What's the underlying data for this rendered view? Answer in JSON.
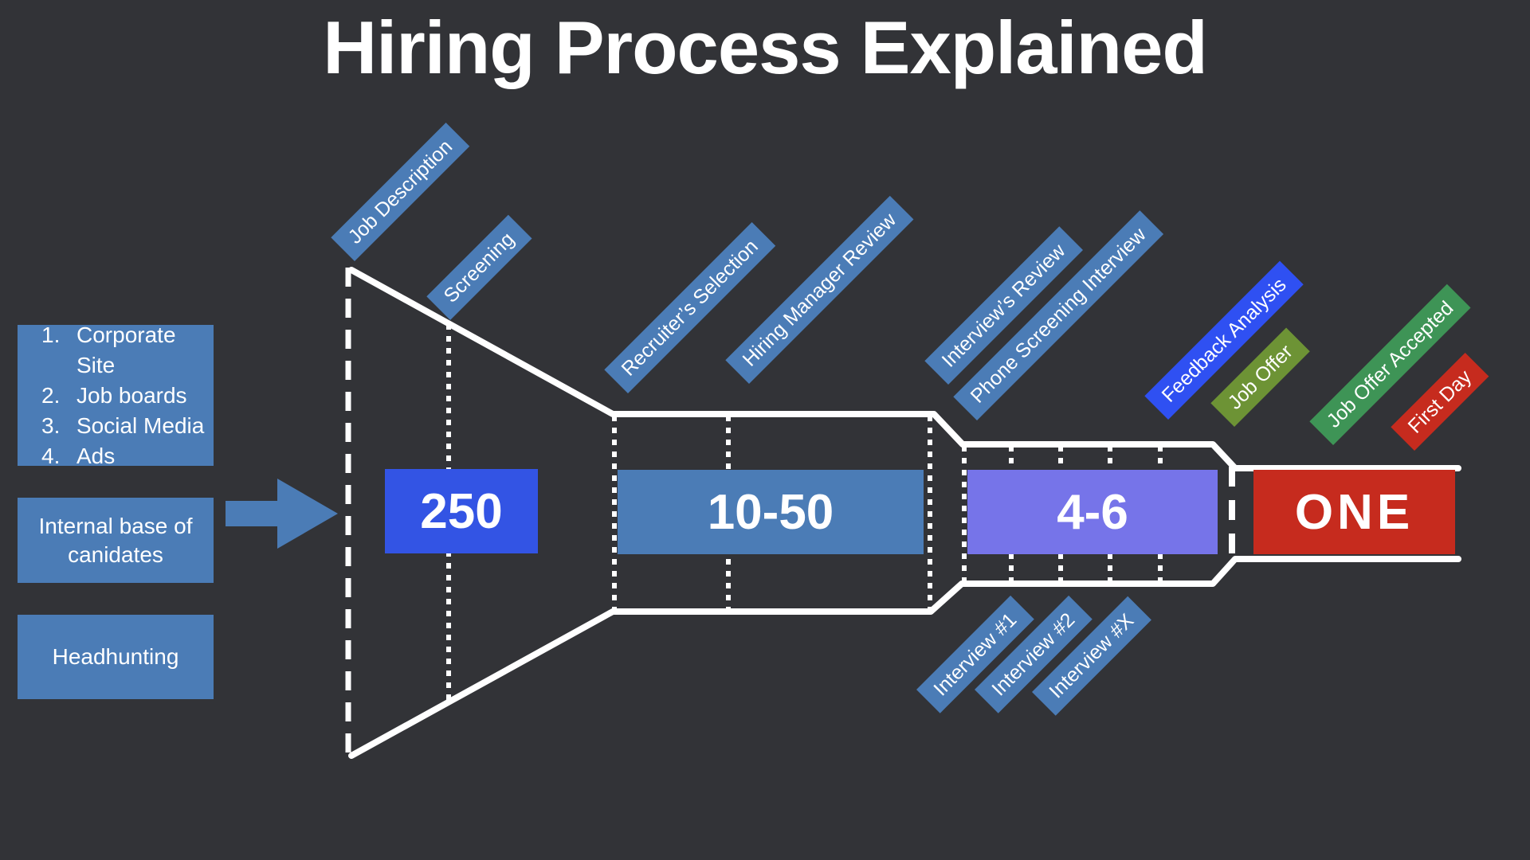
{
  "title": "Hiring Process Explained",
  "sources": {
    "channels": [
      "Corporate Site",
      "Job boards",
      "Social Media",
      "Ads"
    ],
    "internal_base": "Internal base of canidates",
    "headhunting": "Headhunting"
  },
  "funnel": {
    "stage_labels_top": [
      {
        "label": "Job Description",
        "color": "steel"
      },
      {
        "label": "Screening",
        "color": "steel"
      },
      {
        "label": "Recruiter’s Selection",
        "color": "steel"
      },
      {
        "label": "Hiring Manager Review",
        "color": "steel"
      },
      {
        "label": "Interview’s Review",
        "color": "steel"
      },
      {
        "label": "Phone Screening Interview",
        "color": "steel"
      },
      {
        "label": "Feedback Analysis",
        "color": "bright_blue"
      },
      {
        "label": "Job Offer",
        "color": "olive"
      },
      {
        "label": "Job Offer Accepted",
        "color": "green"
      },
      {
        "label": "First Day",
        "color": "red"
      }
    ],
    "stage_labels_bottom": [
      {
        "label": "Interview #1",
        "color": "steel"
      },
      {
        "label": "Interview #2",
        "color": "steel"
      },
      {
        "label": "Interview #X",
        "color": "steel"
      }
    ],
    "counts": [
      {
        "value": "250",
        "color": "count_blue"
      },
      {
        "value": "10-50",
        "color": "steel"
      },
      {
        "value": "4-6",
        "color": "violet"
      },
      {
        "value": "ONE",
        "color": "red"
      }
    ]
  },
  "colors": {
    "background": "#323337",
    "steel": "#4B7CB6",
    "bright_blue": "#2F50F2",
    "count_blue": "#3354E4",
    "violet": "#7674E9",
    "olive": "#6D9335",
    "green": "#3E9456",
    "red": "#C62B1E",
    "outline": "#FFFFFF"
  }
}
